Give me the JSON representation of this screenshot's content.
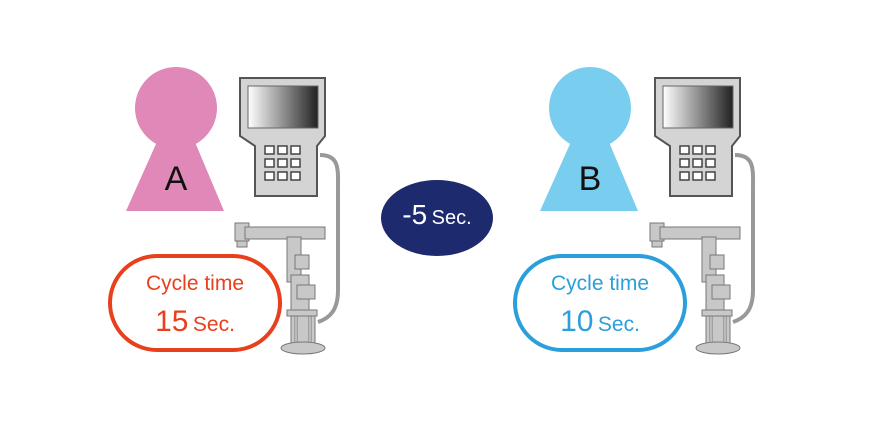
{
  "left": {
    "person_label": "A",
    "bubble_title": "Cycle time",
    "bubble_value": "15",
    "bubble_unit": "Sec.",
    "person_color": "#e088b8",
    "accent": "#e8401c"
  },
  "middle": {
    "diff_value": "-5",
    "diff_unit": "Sec.",
    "color": "#1e2a6e"
  },
  "right": {
    "person_label": "B",
    "bubble_title": "Cycle time",
    "bubble_value": "10",
    "bubble_unit": "Sec.",
    "person_color": "#79cdee",
    "accent": "#2a9fdc"
  }
}
